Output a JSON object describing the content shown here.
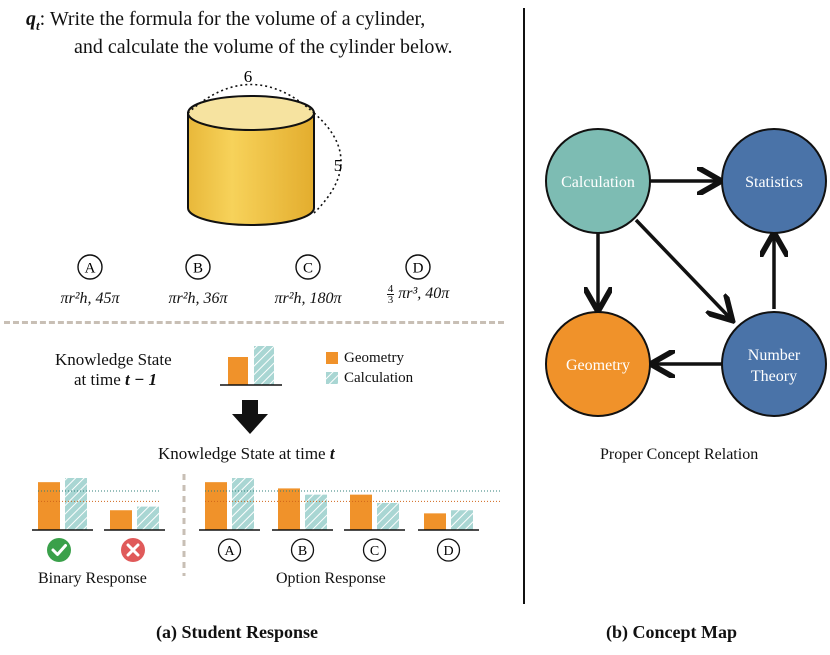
{
  "question": {
    "label": "q",
    "label_sub": "t",
    "line1": ": Write the formula for the volume of a cylinder,",
    "line2": "and calculate the volume of the cylinder below."
  },
  "cylinder": {
    "diameter_label": "6",
    "height_label": "5"
  },
  "options": [
    {
      "letter": "A",
      "formula": "πr²h, 45π"
    },
    {
      "letter": "B",
      "formula": "πr²h, 36π"
    },
    {
      "letter": "C",
      "formula": "πr²h, 180π"
    },
    {
      "letter": "D",
      "formula_frac_num": "4",
      "formula_frac_den": "3",
      "formula": "πr³, 40π"
    }
  ],
  "knowledge_prev": {
    "label_line1": "Knowledge State",
    "label_line2": "at time",
    "label_var": "t − 1",
    "bars": {
      "geometry": 0.55,
      "calculation": 0.75
    }
  },
  "legend": {
    "items": [
      {
        "name": "Geometry",
        "color": "#f0922a",
        "pattern": "solid"
      },
      {
        "name": "Calculation",
        "color": "#6fb8b4",
        "pattern": "hatched"
      }
    ]
  },
  "knowledge_now": {
    "title": "Knowledge State at time",
    "title_var": "t"
  },
  "binary_response": {
    "label": "Binary Response",
    "groups": [
      {
        "result": "correct",
        "geometry": 0.92,
        "calculation": 1.0
      },
      {
        "result": "wrong",
        "geometry": 0.38,
        "calculation": 0.45
      }
    ]
  },
  "option_response": {
    "label": "Option Response",
    "groups": [
      {
        "letter": "A",
        "geometry": 0.92,
        "calculation": 1.0
      },
      {
        "letter": "B",
        "geometry": 0.8,
        "calculation": 0.68
      },
      {
        "letter": "C",
        "geometry": 0.68,
        "calculation": 0.52
      },
      {
        "letter": "D",
        "geometry": 0.32,
        "calculation": 0.38
      }
    ]
  },
  "captions": {
    "left": "(a) Student Response",
    "right": "(b) Concept Map"
  },
  "concept_map": {
    "nodes": [
      {
        "id": "calculation",
        "label": "Calculation",
        "color": "#7dbcb3"
      },
      {
        "id": "statistics",
        "label": "Statistics",
        "color": "#4a73a8"
      },
      {
        "id": "geometry",
        "label": "Geometry",
        "color": "#f0922a"
      },
      {
        "id": "number_theory",
        "label_line1": "Number",
        "label_line2": "Theory",
        "color": "#4a73a8"
      }
    ],
    "edges": [
      {
        "from": "calculation",
        "to": "statistics"
      },
      {
        "from": "calculation",
        "to": "geometry"
      },
      {
        "from": "calculation",
        "to": "number_theory"
      },
      {
        "from": "number_theory",
        "to": "statistics"
      },
      {
        "from": "number_theory",
        "to": "geometry"
      }
    ],
    "subtitle": "Proper Concept Relation"
  },
  "colors": {
    "geometry": "#f0922a",
    "calculation": "#6fb8b4",
    "correct": "#3aa04a",
    "wrong": "#e05a5a",
    "divider": "#c8bfb5"
  }
}
